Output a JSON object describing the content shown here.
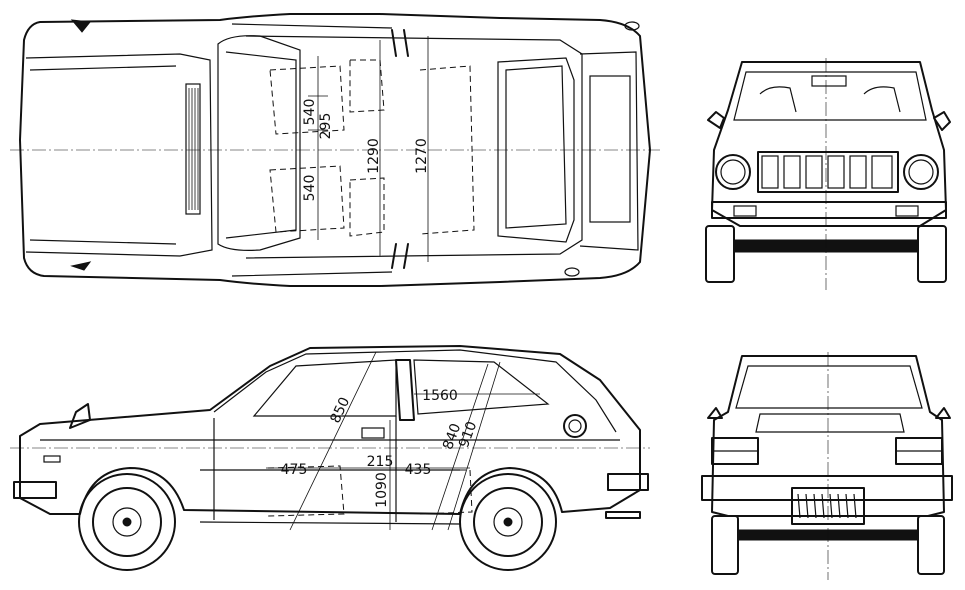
{
  "views": {
    "top": {
      "dimensions": [
        "540",
        "295",
        "540",
        "1290",
        "1270"
      ]
    },
    "side": {
      "dimensions": [
        "850",
        "1560",
        "840",
        "910",
        "475",
        "215",
        "435",
        "1090"
      ]
    },
    "front": {},
    "rear": {}
  }
}
